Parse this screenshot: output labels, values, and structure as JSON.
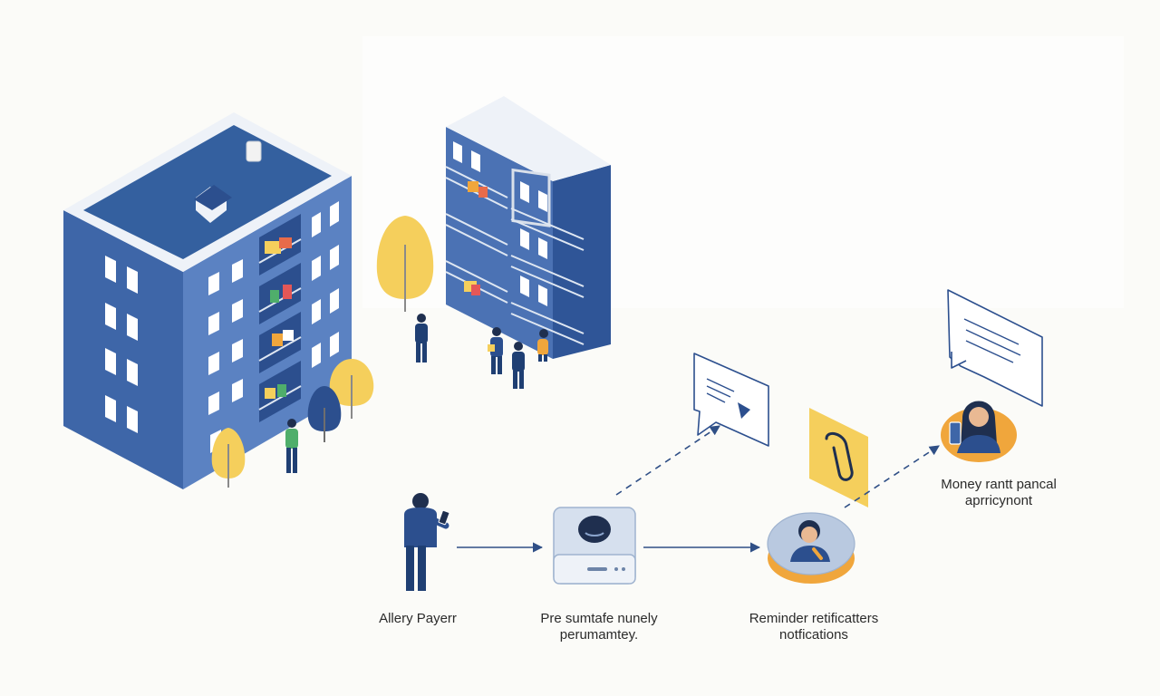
{
  "colors": {
    "background": "#fbfbf8",
    "blue_dark": "#2c4f8e",
    "blue_mid": "#3e66a8",
    "blue_light": "#5b82c2",
    "roof": "#34609f",
    "yellow": "#f5cf5c",
    "orange": "#f0a63c",
    "arrow": "#2f4f86"
  },
  "steps": [
    {
      "line1": "Allery Payerr",
      "line2": ""
    },
    {
      "line1": "Pre sumtafe nunely",
      "line2": "perumamtey."
    },
    {
      "line1": "Reminder retificatters",
      "line2": "notfications"
    },
    {
      "line1": "Money rantt pancal",
      "line2": "aprricynont"
    }
  ]
}
